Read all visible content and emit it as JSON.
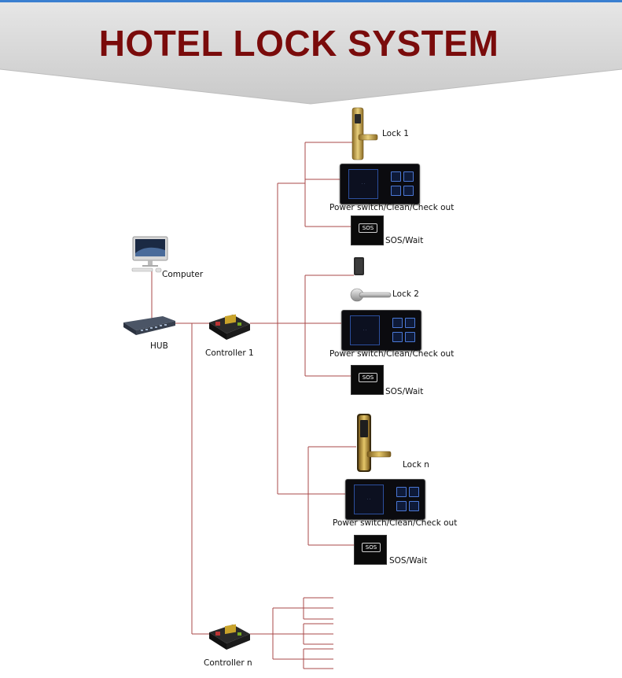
{
  "title": "HOTEL LOCK SYSTEM",
  "colors": {
    "title": "#7a0b0b",
    "wire": "#a94848",
    "banner": "#d9d9d9"
  },
  "nodes": {
    "computer": "Computer",
    "hub": "HUB",
    "controller_1": "Controller 1",
    "controller_n": "Controller n"
  },
  "room_1": {
    "lock": "Lock 1",
    "panel": "Power switch/Clean/Check out",
    "sos": "SOS/Wait",
    "sos_tag": "SOS"
  },
  "room_2": {
    "lock": "Lock 2",
    "panel": "Power switch/Clean/Check out",
    "sos": "SOS/Wait",
    "sos_tag": "SOS"
  },
  "room_n": {
    "lock": "Lock n",
    "panel": "Power switch/Clean/Check out",
    "sos": "SOS/Wait",
    "sos_tag": "SOS"
  }
}
